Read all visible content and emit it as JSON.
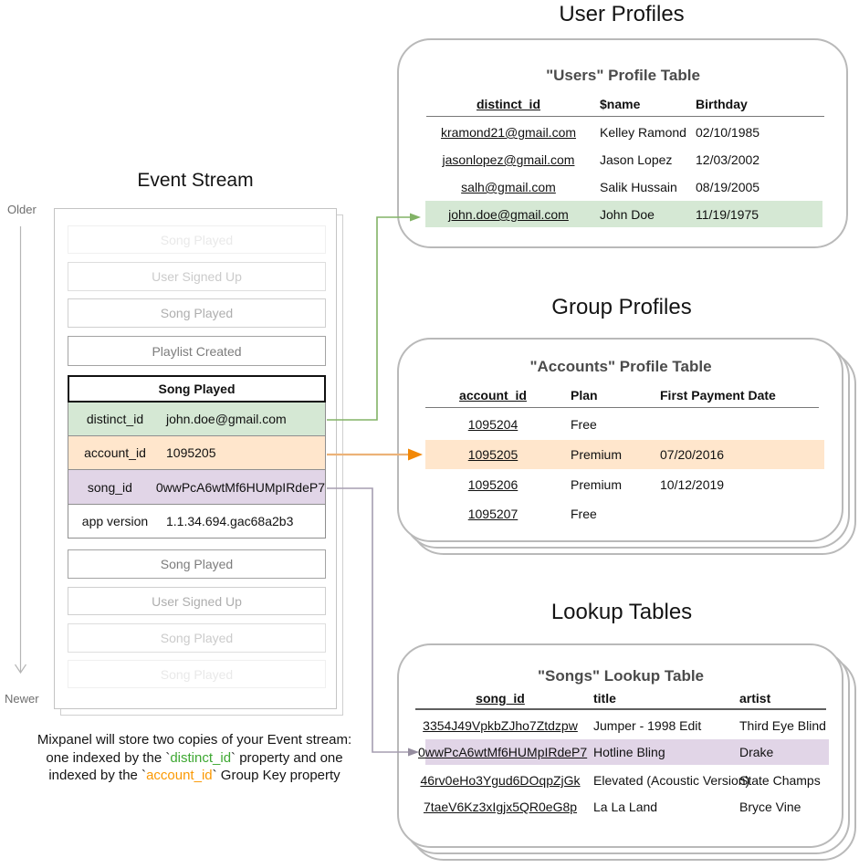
{
  "colors": {
    "green_highlight": "#d5e8d4",
    "orange_highlight": "#ffe6cc",
    "purple_highlight": "#e1d5e7",
    "green_accent": "#82b366",
    "orange_accent": "#f28705",
    "purple_accent": "#a59db0",
    "footer_green": "#3ea832",
    "footer_orange": "#fb9903"
  },
  "section_titles": {
    "event_stream": "Event Stream",
    "user_profiles": "User Profiles",
    "group_profiles": "Group Profiles",
    "lookup_tables": "Lookup Tables"
  },
  "timeline": {
    "older": "Older",
    "newer": "Newer"
  },
  "event_stream": {
    "events_before": [
      "Song Played",
      "User Signed Up",
      "Song Played",
      "Playlist Created"
    ],
    "expanded_event": {
      "title": "Song Played",
      "properties": [
        {
          "key": "distinct_id",
          "value": "john.doe@gmail.com"
        },
        {
          "key": "account_id",
          "value": "1095205"
        },
        {
          "key": "song_id",
          "value": "0wwPcA6wtMf6HUMpIRdeP7"
        },
        {
          "key": "app version",
          "value": "1.1.34.694.gac68a2b3"
        }
      ]
    },
    "events_after": [
      "Song Played",
      "User Signed Up",
      "Song Played",
      "Song Played"
    ]
  },
  "users_table": {
    "title": "\"Users\" Profile Table",
    "columns": [
      "distinct_id",
      "$name",
      "Birthday"
    ],
    "rows": [
      [
        "kramond21@gmail.com",
        "Kelley Ramond",
        "02/10/1985"
      ],
      [
        "jasonlopez@gmail.com",
        "Jason Lopez",
        "12/03/2002"
      ],
      [
        "salh@gmail.com",
        "Salik Hussain",
        "08/19/2005"
      ],
      [
        "john.doe@gmail.com",
        "John Doe",
        "11/19/1975"
      ]
    ]
  },
  "accounts_table": {
    "title": "\"Accounts\" Profile Table",
    "columns": [
      "account_id",
      "Plan",
      "First Payment Date"
    ],
    "rows": [
      [
        "1095204",
        "Free",
        ""
      ],
      [
        "1095205",
        "Premium",
        "07/20/2016"
      ],
      [
        "1095206",
        "Premium",
        "10/12/2019"
      ],
      [
        "1095207",
        "Free",
        ""
      ]
    ]
  },
  "songs_table": {
    "title": "\"Songs\" Lookup Table",
    "columns": [
      "song_id",
      "title",
      "artist"
    ],
    "rows": [
      [
        "3354J49VpkbZJho7Ztdzpw",
        "Jumper - 1998 Edit",
        "Third Eye Blind"
      ],
      [
        "0wwPcA6wtMf6HUMpIRdeP7",
        "Hotline Bling",
        "Drake"
      ],
      [
        "46rv0eHo3Ygud6DOqpZjGk",
        "Elevated (Acoustic Version)",
        "State Champs"
      ],
      [
        "7taeV6Kz3xIgjx5QR0eG8p",
        "La La Land",
        "Bryce Vine"
      ]
    ]
  },
  "footer": {
    "line1": "Mixpanel will store two copies of your Event stream:",
    "line2_pre": "one indexed by the `",
    "line2_keyword": "distinct_id",
    "line2_post": "` property and one",
    "line3_pre": "indexed by the `",
    "line3_keyword": "account_id",
    "line3_post": "` Group Key property"
  }
}
